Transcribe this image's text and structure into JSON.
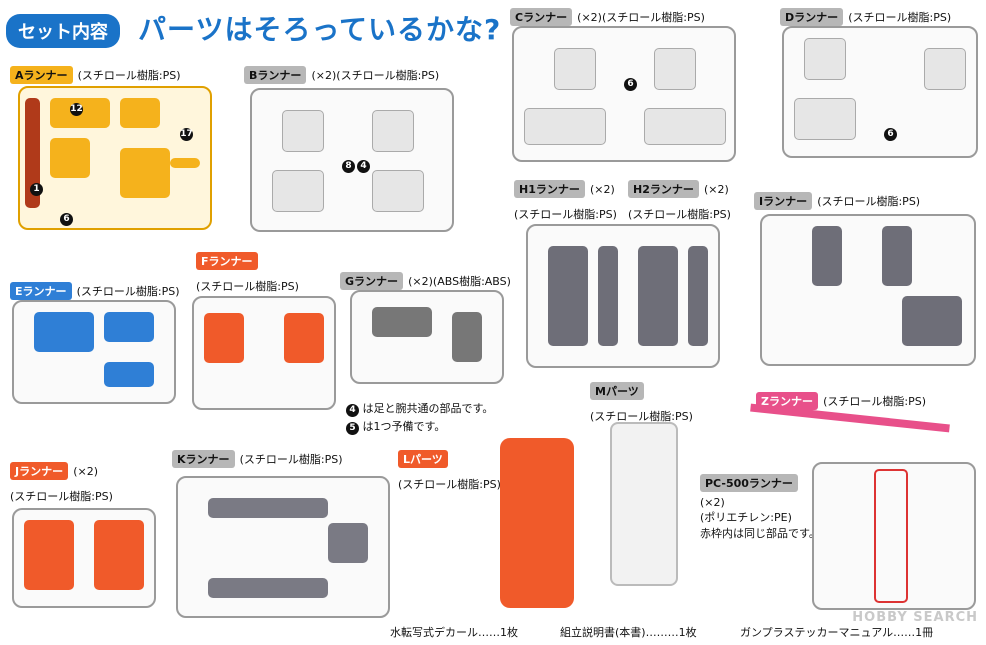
{
  "header": {
    "badge": "セット内容",
    "title": "パーツはそろっているかな?"
  },
  "runners": [
    {
      "tag": "Aランナー",
      "material": "(スチロール樹脂:PS)",
      "color": "#f5b21c"
    },
    {
      "tag": "Bランナー",
      "material": "(×2)(スチロール樹脂:PS)",
      "color": "#e8e8e8"
    },
    {
      "tag": "Cランナー",
      "material": "(×2)(スチロール樹脂:PS)",
      "color": "#e8e8e8"
    },
    {
      "tag": "Dランナー",
      "material": "(スチロール樹脂:PS)",
      "color": "#e8e8e8"
    },
    {
      "tag": "Eランナー",
      "material": "(スチロール樹脂:PS)",
      "color": "#2f7fd6"
    },
    {
      "tag": "Fランナー",
      "material": "(スチロール樹脂:PS)",
      "color": "#f05a2a"
    },
    {
      "tag": "Gランナー",
      "material": "(×2)(ABS樹脂:ABS)",
      "color": "#777777"
    },
    {
      "tag": "H1ランナー",
      "material": "(×2)",
      "material2": "(スチロール樹脂:PS)",
      "color": "#6e6e78"
    },
    {
      "tag": "H2ランナー",
      "material": "(×2)",
      "material2": "(スチロール樹脂:PS)",
      "color": "#6e6e78"
    },
    {
      "tag": "Iランナー",
      "material": "(スチロール樹脂:PS)",
      "color": "#6e6e78"
    },
    {
      "tag": "Jランナー",
      "material": "(×2)",
      "material2": "(スチロール樹脂:PS)",
      "color": "#f05a2a"
    },
    {
      "tag": "Kランナー",
      "material": "(スチロール樹脂:PS)",
      "color": "#7a7a84"
    },
    {
      "tag": "Lパーツ",
      "material": "(スチロール樹脂:PS)",
      "color": "#f05a2a"
    },
    {
      "tag": "Mパーツ",
      "material": "(スチロール樹脂:PS)",
      "color": "#f2f2f2"
    },
    {
      "tag": "Zランナー",
      "material": "(スチロール樹脂:PS)",
      "color": "#e8508a"
    },
    {
      "tag": "PC-500ランナー",
      "material": "(×2)",
      "material2": "(ポリエチレン:PE)",
      "material3": "赤枠内は同じ部品です。",
      "color": "#8a8a92"
    }
  ],
  "notes": {
    "g4": "は足と腕共通の部品です。",
    "g5": "は1つ予備です。",
    "g4_num": "4",
    "g5_num": "5"
  },
  "footer": {
    "decal": "水転写式デカール……1枚",
    "manual": "組立説明書(本書)………1枚",
    "magazine": "ガンプラステッカーマニュアル……1冊"
  },
  "watermark": "HOBBY SEARCH"
}
